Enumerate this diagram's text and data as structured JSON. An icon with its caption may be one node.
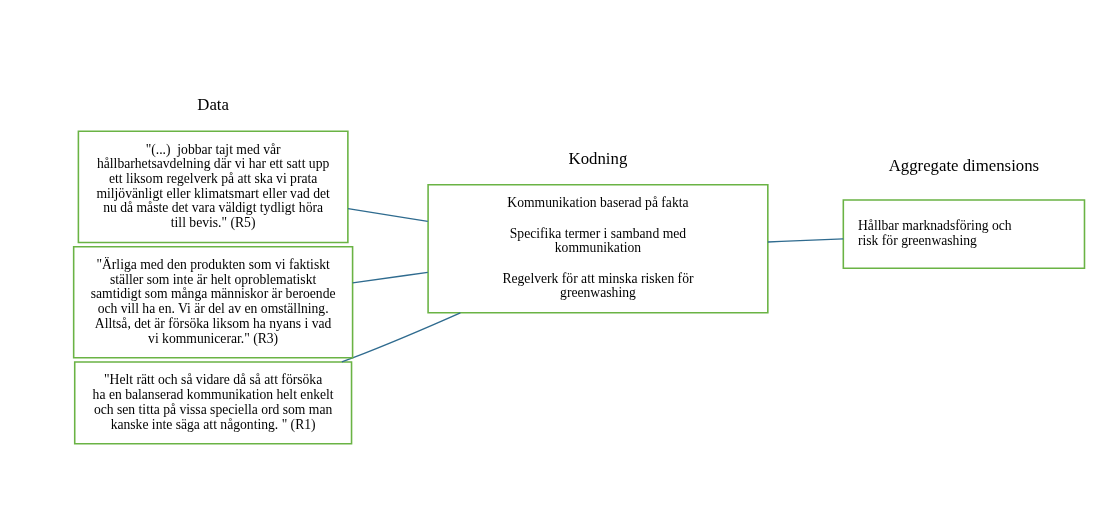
{
  "diagram": {
    "nodes": [
      {
        "text": [
          "\"Helt rätt och så vidare då så att försöka ha en balanserad kommunikation helt enkelt och sen titta på vissa speciella ord som man kanske inte säga att någonting. \" (R1)"
        ]
      },
      {
        "text": [
          "\"(...)  jobbar tajt med vår hållbarhetsavdelning där vi har ett satt upp ett liksom regelverk på att ska vi prata miljövänligt eller klimatsmart eller vad det nu då måste det vara väldigt tydligt höra till bevis.\" (R5)"
        ]
      },
      {
        "text": [
          "\"Ärliga med den produkten som vi faktiskt ställer som inte är helt oproblematiskt samtidigt som många människor är beroende och vill ha en. Vi är del av en omställning. Alltså, det är försöka liksom ha nyans i vad vi kommunicerar.\" (R3)"
        ]
      },
      {
        "text": [
          "Kommunikation baserad på fakta",
          "Specifika termer i samband med kommunikation",
          "Regelverk för att minska risken för greenwashing"
        ]
      },
      {
        "text": [
          "Hållbar marknadsföring och risk för greenwashing"
        ]
      }
    ],
    "edges": [
      {
        "from": 0,
        "to": 3,
        "arrow": "none"
      },
      {
        "from": 1,
        "to": 3,
        "arrow": "none"
      },
      {
        "from": 2,
        "to": 3,
        "arrow": "none"
      },
      {
        "from": 3,
        "to": 4,
        "arrow": "none"
      }
    ],
    "labels": [
      "Data",
      "Kodning",
      "Aggregate dimensions"
    ]
  }
}
